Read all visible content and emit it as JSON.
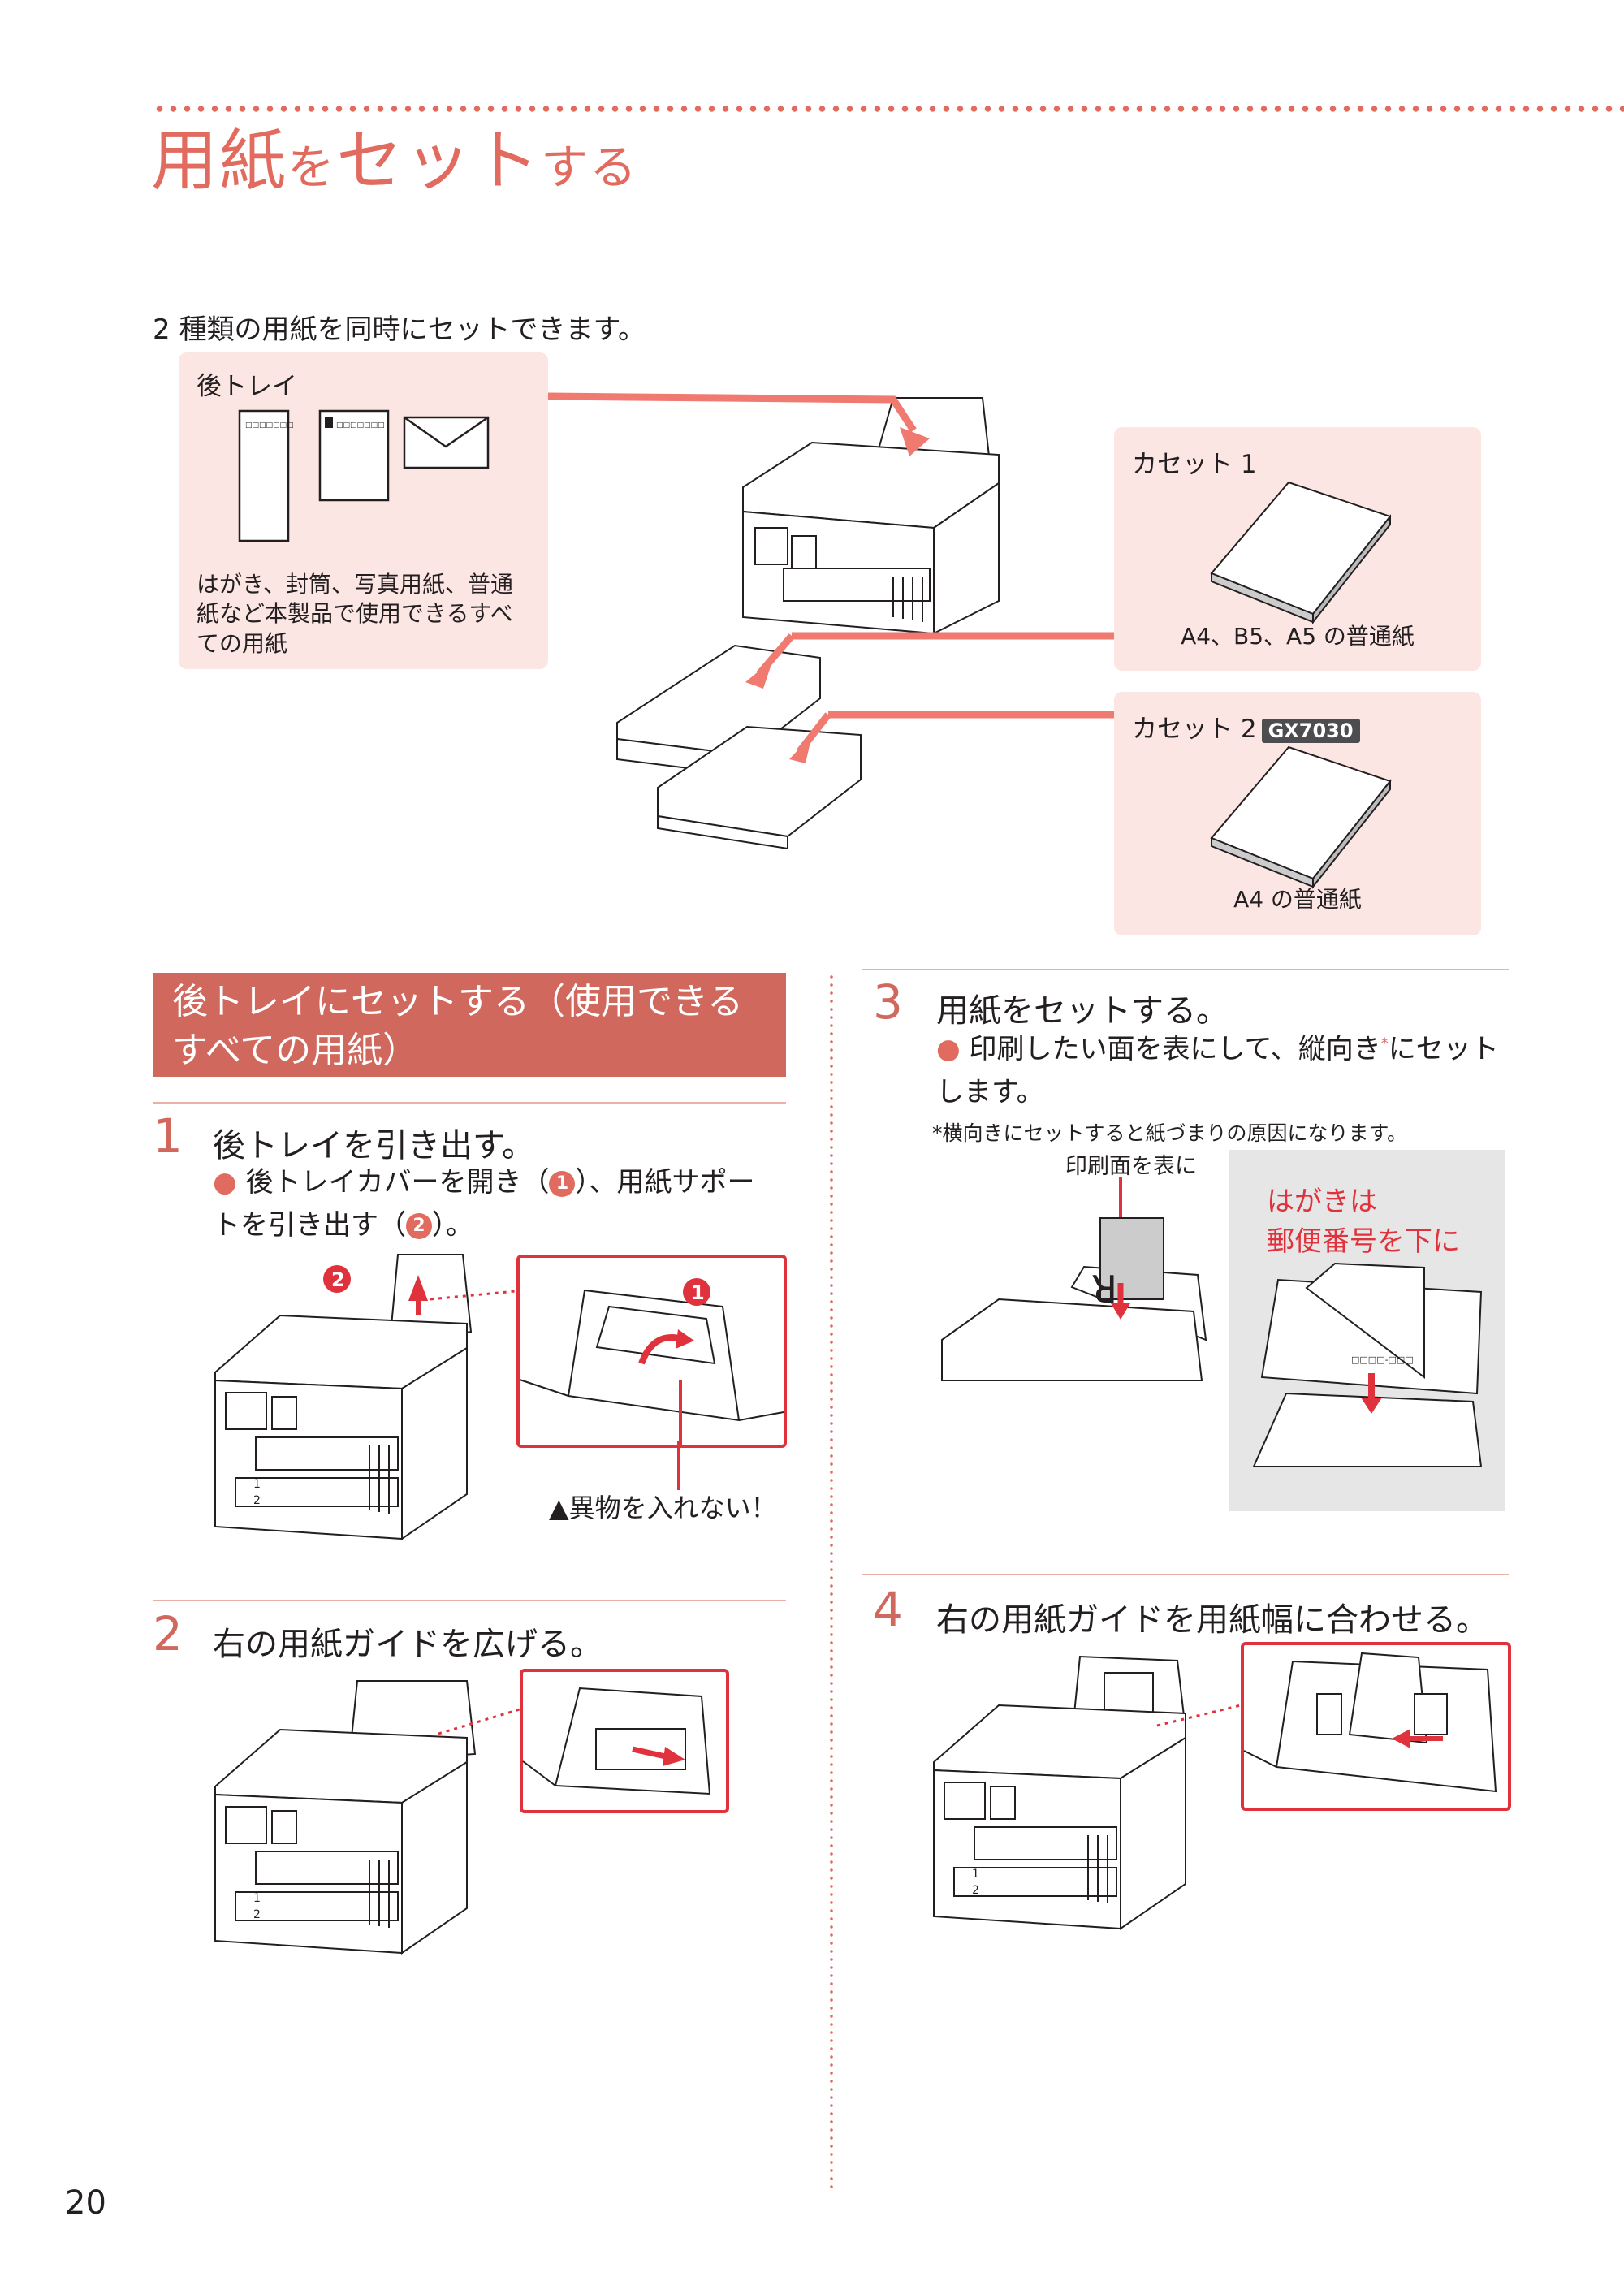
{
  "page": {
    "title_main": "用紙",
    "title_wo": "を",
    "title_set": "セット",
    "title_suru": "する",
    "intro": "2 種類の用紙を同時にセットできます。",
    "page_number": "20"
  },
  "rear_tray_box": {
    "label": "後トレイ",
    "description": "はがき、封筒、写真用紙、普通紙など本製品で使用できるすべての用紙"
  },
  "cassette1_box": {
    "label": "カセット 1",
    "paper": "A4、B5、A5 の普通紙"
  },
  "cassette2_box": {
    "label": "カセット 2",
    "model_badge": "GX7030",
    "paper": "A4 の普通紙"
  },
  "section": {
    "heading": "後トレイにセットする（使用できるすべての用紙）"
  },
  "steps": [
    {
      "number": "1",
      "title": "後トレイを引き出す。",
      "bullet_a": "後トレイカバーを開き（",
      "circle1": "1",
      "bullet_b": "）、用紙サポートを引き出す（",
      "circle2": "2",
      "bullet_c": "）。",
      "warning": "異物を入れない！"
    },
    {
      "number": "2",
      "title": "右の用紙ガイドを広げる。"
    },
    {
      "number": "3",
      "title": "用紙をセットする。",
      "bullet_a": "印刷したい面を表にして、縦向き",
      "bullet_star": "*",
      "bullet_b": "にセットします。",
      "footnote": "*横向きにセットすると紙づまりの原因になります。",
      "print_side_label": "印刷面を表に",
      "postcard_note_line1": "はがきは",
      "postcard_note_line2": "郵便番号を下に"
    },
    {
      "number": "4",
      "title": "右の用紙ガイドを用紙幅に合わせる。"
    }
  ],
  "colors": {
    "accent": "#e26b5f",
    "section_bg": "#d0685d",
    "box_bg": "#fce6e3",
    "highlight_red": "#e0323c",
    "gray_panel": "#e6e6e6"
  },
  "icons": [
    "envelope-icon",
    "postcard-icon",
    "printer-illustration",
    "cassette-illustration",
    "warning-icon",
    "arrow-icon"
  ]
}
